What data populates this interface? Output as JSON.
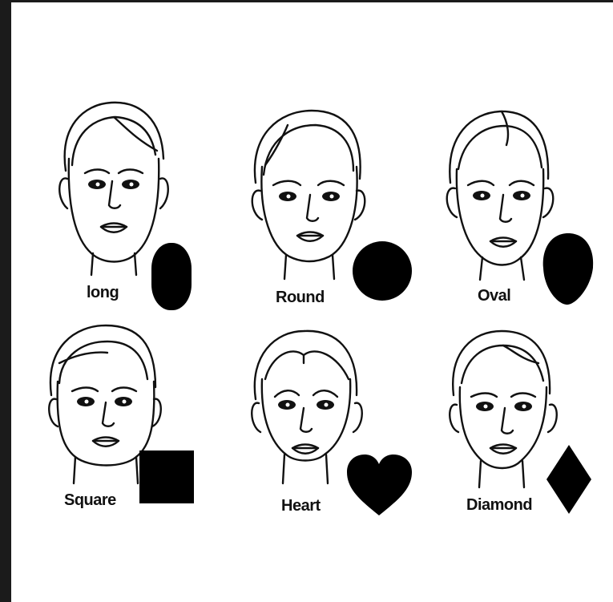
{
  "figure": {
    "background_color": "#ffffff",
    "frame_color": "#1b1b1b",
    "ink_color": "#111111",
    "shapes": [
      {
        "label": "long",
        "symbol": "long-oval"
      },
      {
        "label": "Round",
        "symbol": "circle"
      },
      {
        "label": "Oval",
        "symbol": "egg"
      },
      {
        "label": "Square",
        "symbol": "square"
      },
      {
        "label": "Heart",
        "symbol": "heart"
      },
      {
        "label": "Diamond",
        "symbol": "diamond"
      }
    ]
  }
}
